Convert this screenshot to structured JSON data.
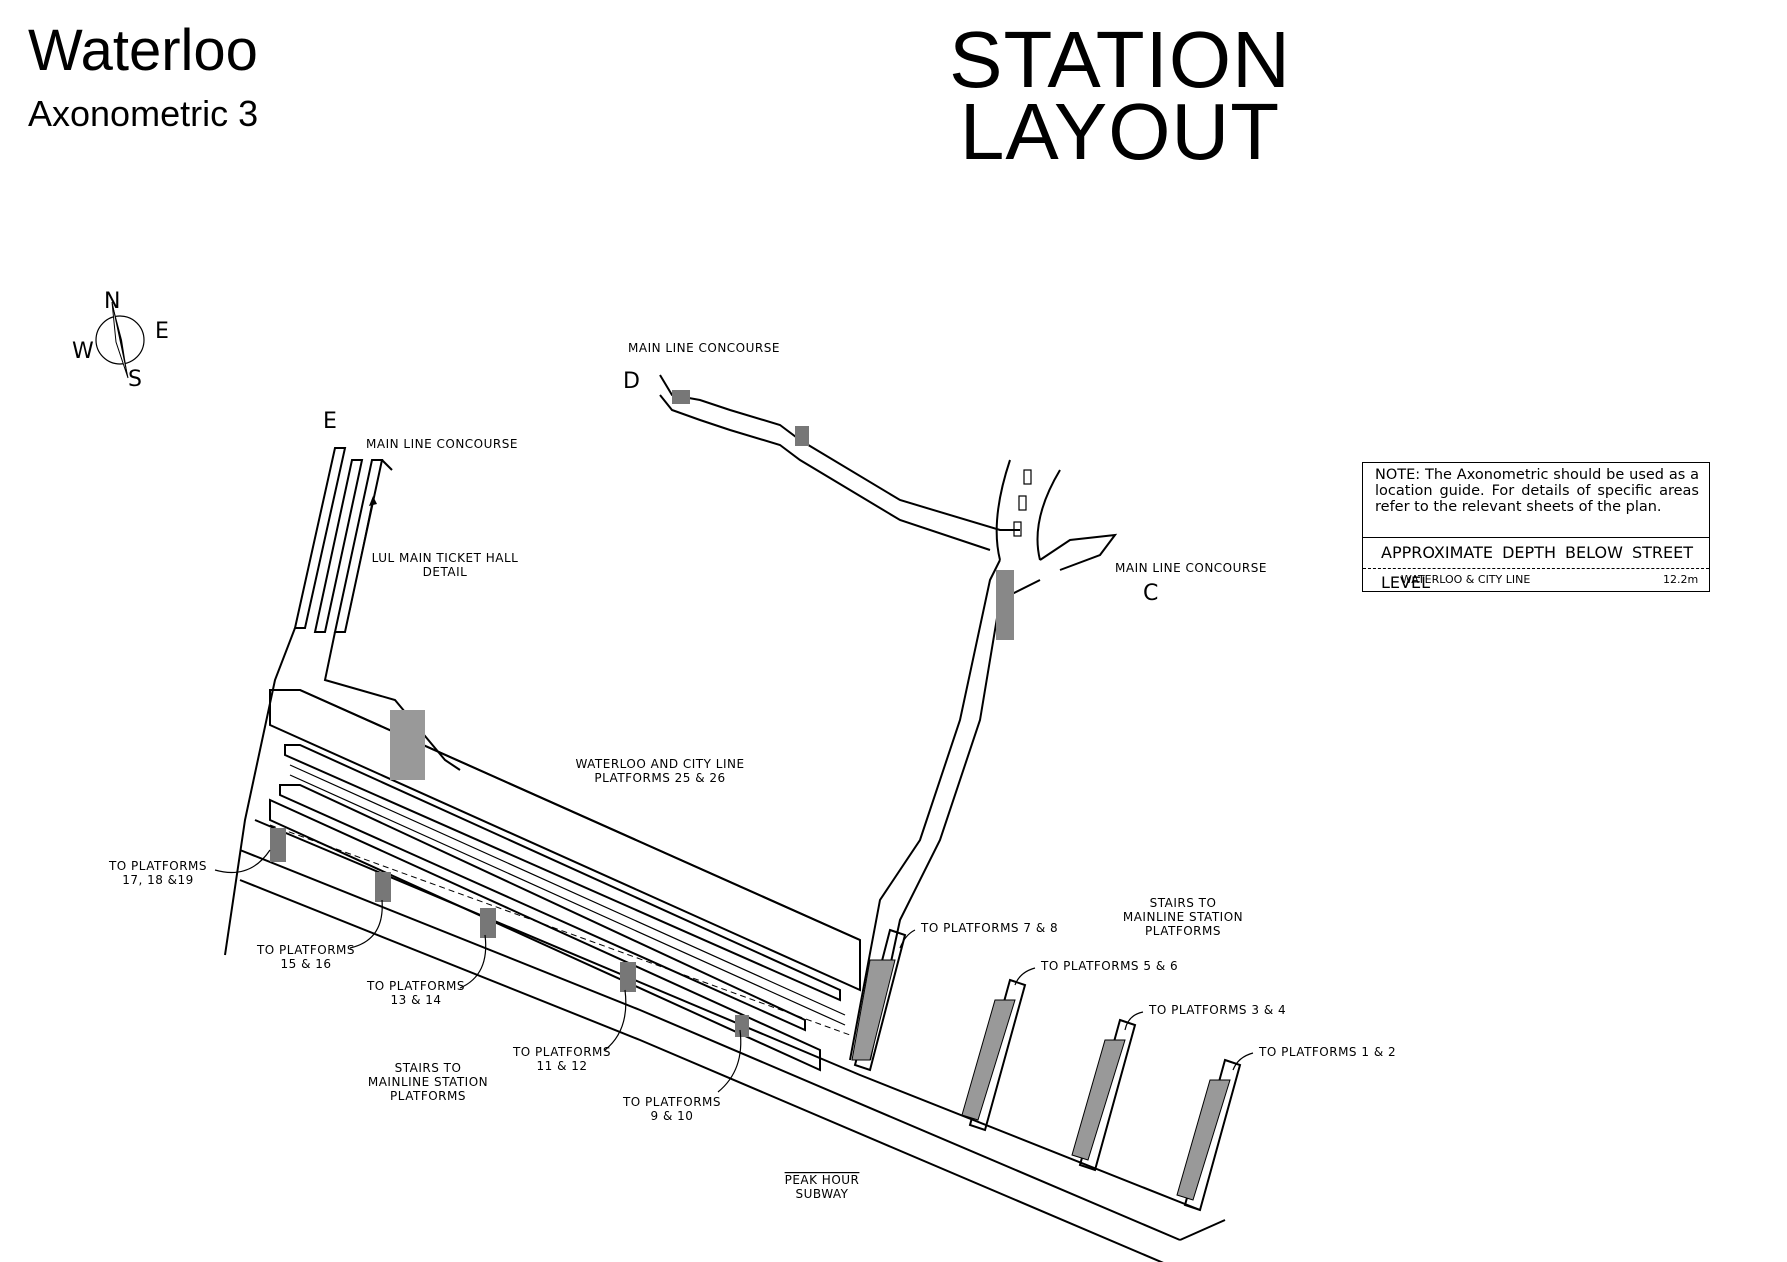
{
  "header": {
    "station": "Waterloo",
    "subtitle": "Axonometric 3",
    "title_line1": "STATION",
    "title_line2": "LAYOUT"
  },
  "compass": {
    "n": "N",
    "e": "E",
    "s": "S",
    "w": "W"
  },
  "entrances": {
    "d": "D",
    "e": "E",
    "c": "C"
  },
  "labels": {
    "concourse_d": "MAIN LINE CONCOURSE",
    "concourse_e": "MAIN LINE CONCOURSE",
    "concourse_c": "MAIN LINE CONCOURSE",
    "ticket_hall_1": "LUL MAIN TICKET HALL",
    "ticket_hall_2": "DETAIL",
    "wc_platforms_1": "WATERLOO AND CITY LINE",
    "wc_platforms_2": "PLATFORMS 25 & 26",
    "p17_1": "TO PLATFORMS",
    "p17_2": "17, 18 &19",
    "p15_1": "TO PLATFORMS",
    "p15_2": "15 & 16",
    "p13_1": "TO PLATFORMS",
    "p13_2": "13 & 14",
    "p11_1": "TO PLATFORMS",
    "p11_2": "11 & 12",
    "p9_1": "TO PLATFORMS",
    "p9_2": "9 & 10",
    "stairs_left_1": "STAIRS TO",
    "stairs_left_2": "MAINLINE STATION",
    "stairs_left_3": "PLATFORMS",
    "stairs_right_1": "STAIRS TO",
    "stairs_right_2": "MAINLINE STATION",
    "stairs_right_3": "PLATFORMS",
    "p7": "TO PLATFORMS 7 & 8",
    "p5": "TO PLATFORMS 5 & 6",
    "p3": "TO PLATFORMS 3 & 4",
    "p1": "TO PLATFORMS 1 & 2",
    "subway_1": "PEAK HOUR",
    "subway_2": "SUBWAY"
  },
  "note": {
    "text": "NOTE: The Axonometric should be used as a location guide. For details of specific areas refer to the relevant sheets of the plan.",
    "heading": "APPROXIMATE DEPTH BELOW STREET LEVEL",
    "rows": [
      {
        "line": "WATERLOO & CITY LINE",
        "depth": "12.2m"
      }
    ]
  }
}
